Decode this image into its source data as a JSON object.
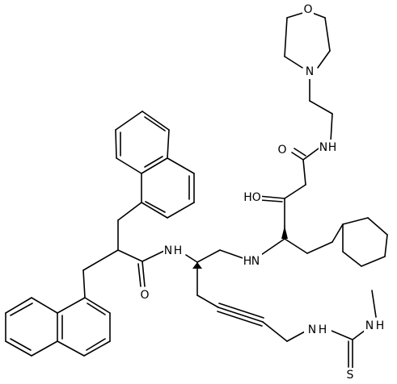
{
  "molecule": {
    "atom_labels": {
      "morpholine_o": "O",
      "morpholine_n": "N",
      "amide1_nh": "N",
      "amide1_h": "H",
      "amide1_o": "O",
      "hydroxyl_ho": "HO",
      "amine_nh_h": "H",
      "amine_nh_n": "N",
      "amide2_nh_n": "N",
      "amide2_nh_h": "H",
      "amide2_o": "O",
      "thiourea_nh1_n": "N",
      "thiourea_nh1_h": "H",
      "thiourea_nh2_n": "N",
      "thiourea_nh2_h": "H",
      "thiourea_s": "S"
    },
    "colors": {
      "bond": "#000000",
      "label": "#000000",
      "background": "#ffffff"
    }
  }
}
